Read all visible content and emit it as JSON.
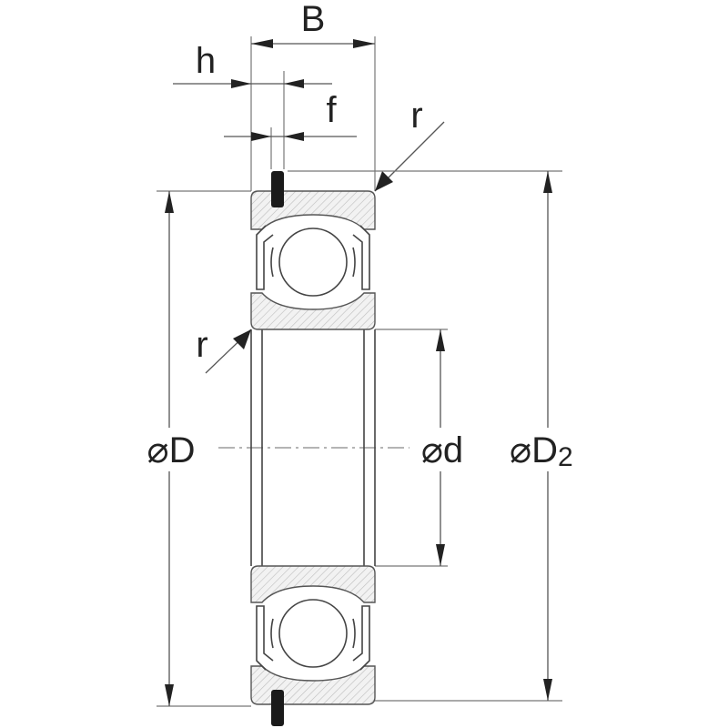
{
  "diagram": {
    "labels": {
      "width": "B",
      "snap_ring_offset": "h",
      "snap_ring_width": "f",
      "chamfer_top": "r",
      "chamfer_bottom": "r",
      "outer_diameter": "⌀D",
      "bore_diameter": "⌀d",
      "snap_ring_diameter_main": "⌀D",
      "snap_ring_diameter_sub": "2"
    },
    "icons": [
      "deep-groove-ball-bearing-section",
      "snap-ring",
      "shield-seal"
    ]
  }
}
